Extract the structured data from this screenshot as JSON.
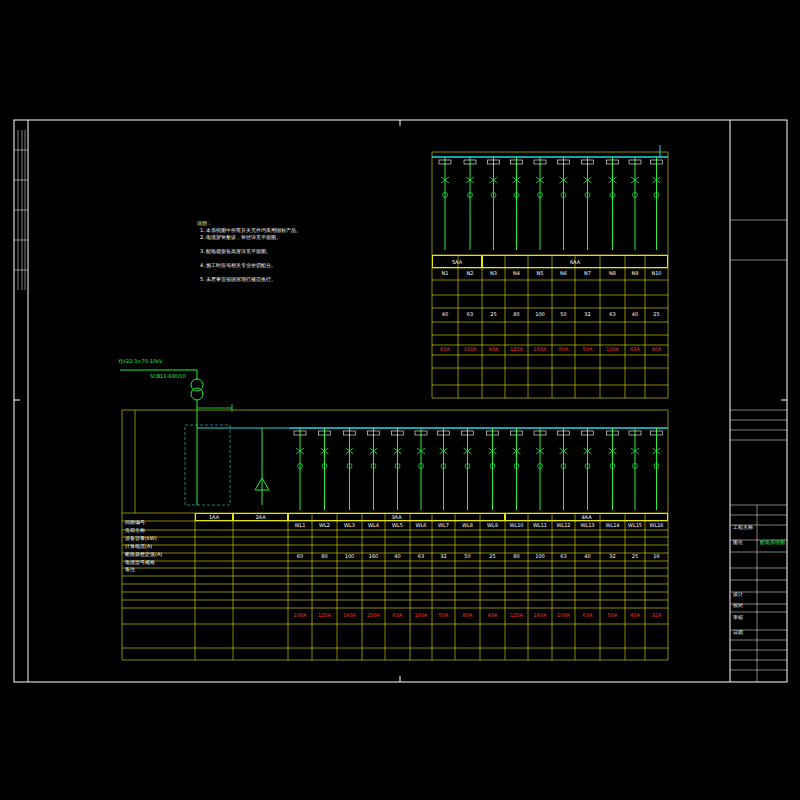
{
  "diagram": {
    "nodes": [
      {
        "text": [
          "1AA"
        ]
      },
      {
        "text": [
          "2AA"
        ]
      },
      {
        "text": [
          "3AA"
        ]
      },
      {
        "text": [
          "4AA"
        ]
      },
      {
        "text": [
          "5AA"
        ]
      },
      {
        "text": [
          "6AA"
        ]
      }
    ],
    "labels": [
      "说明：",
      "1. 本系统图中所有开关元件均采用国标产品。",
      "2. 电缆穿管敷设，管径详见平面图。",
      "3. 配电箱安装高度详见平面图。",
      "4. 施工时应与相关专业密切配合。",
      "5. 未尽事宜按国家现行规范执行。",
      "YJV22-3×70-10kV",
      "SCB11-630/10",
      "回路编号",
      "负荷名称",
      "设备容量(kW)",
      "计算电流(A)",
      "断路器整定值(A)",
      "电缆型号规格",
      "备注",
      "WL1",
      "WL2",
      "WL3",
      "WL4",
      "WL5",
      "WL6",
      "WL7",
      "WL8",
      "WL9",
      "WL10",
      "WL11",
      "WL12",
      "WL13",
      "WL14",
      "WL15",
      "WL16",
      "60",
      "80",
      "100",
      "160",
      "40",
      "63",
      "32",
      "50",
      "25",
      "80",
      "100",
      "63",
      "40",
      "32",
      "25",
      "16",
      "100A",
      "125A",
      "160A",
      "250A",
      "63A",
      "100A",
      "50A",
      "80A",
      "40A",
      "125A",
      "160A",
      "100A",
      "63A",
      "50A",
      "40A",
      "32A",
      "N1",
      "N2",
      "N3",
      "N4",
      "N5",
      "N6",
      "N7",
      "N8",
      "N9",
      "N10",
      "40",
      "63",
      "25",
      "80",
      "100",
      "50",
      "32",
      "63",
      "40",
      "25",
      "63A",
      "100A",
      "40A",
      "125A",
      "160A",
      "80A",
      "50A",
      "100A",
      "63A",
      "40A",
      "工程名称",
      "图名",
      "配电系统图",
      "设计",
      "校对",
      "审核",
      "日期"
    ]
  }
}
